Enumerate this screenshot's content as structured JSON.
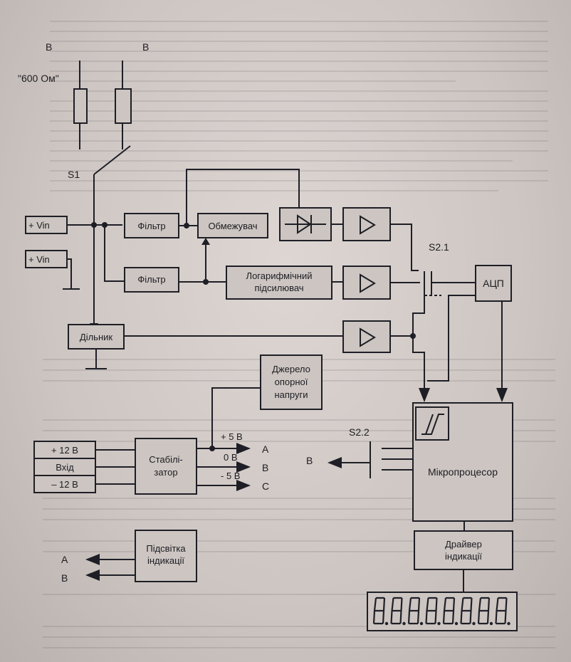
{
  "labels": {
    "b_left": "B",
    "b_right": "B",
    "ohm600": "\"600 Ом\"",
    "s1": "S1",
    "vin1": "+ Vin",
    "vin2": "+ Vin",
    "filter1": "Фільтр",
    "filter2": "Фільтр",
    "limiter": "Обмежувач",
    "log_amp_line1": "Логарифмічний",
    "log_amp_line2": "підсилювач",
    "divider": "Дільник",
    "s21": "S2.1",
    "adc": "АЦП",
    "vref_line1": "Джерело",
    "vref_line2": "опорної",
    "vref_line3": "напруги",
    "plus5": "+ 5 В",
    "zero": "0 В",
    "minus5": "- 5 В",
    "out_a": "A",
    "out_b": "B",
    "out_c": "C",
    "in_plus12": "+ 12 В",
    "in_input": "Вхід",
    "in_minus12": "– 12 В",
    "stab_line1": "Стабілі-",
    "stab_line2": "затор",
    "s22": "S2.2",
    "s22_b": "B",
    "mcu": "Мікропроцесор",
    "backlight_line1": "Підсвітка",
    "backlight_line2": "індикації",
    "bl_a": "A",
    "bl_b": "B",
    "drv_line1": "Драйвер",
    "drv_line2": "індикації"
  },
  "display": {
    "digits": 8
  }
}
